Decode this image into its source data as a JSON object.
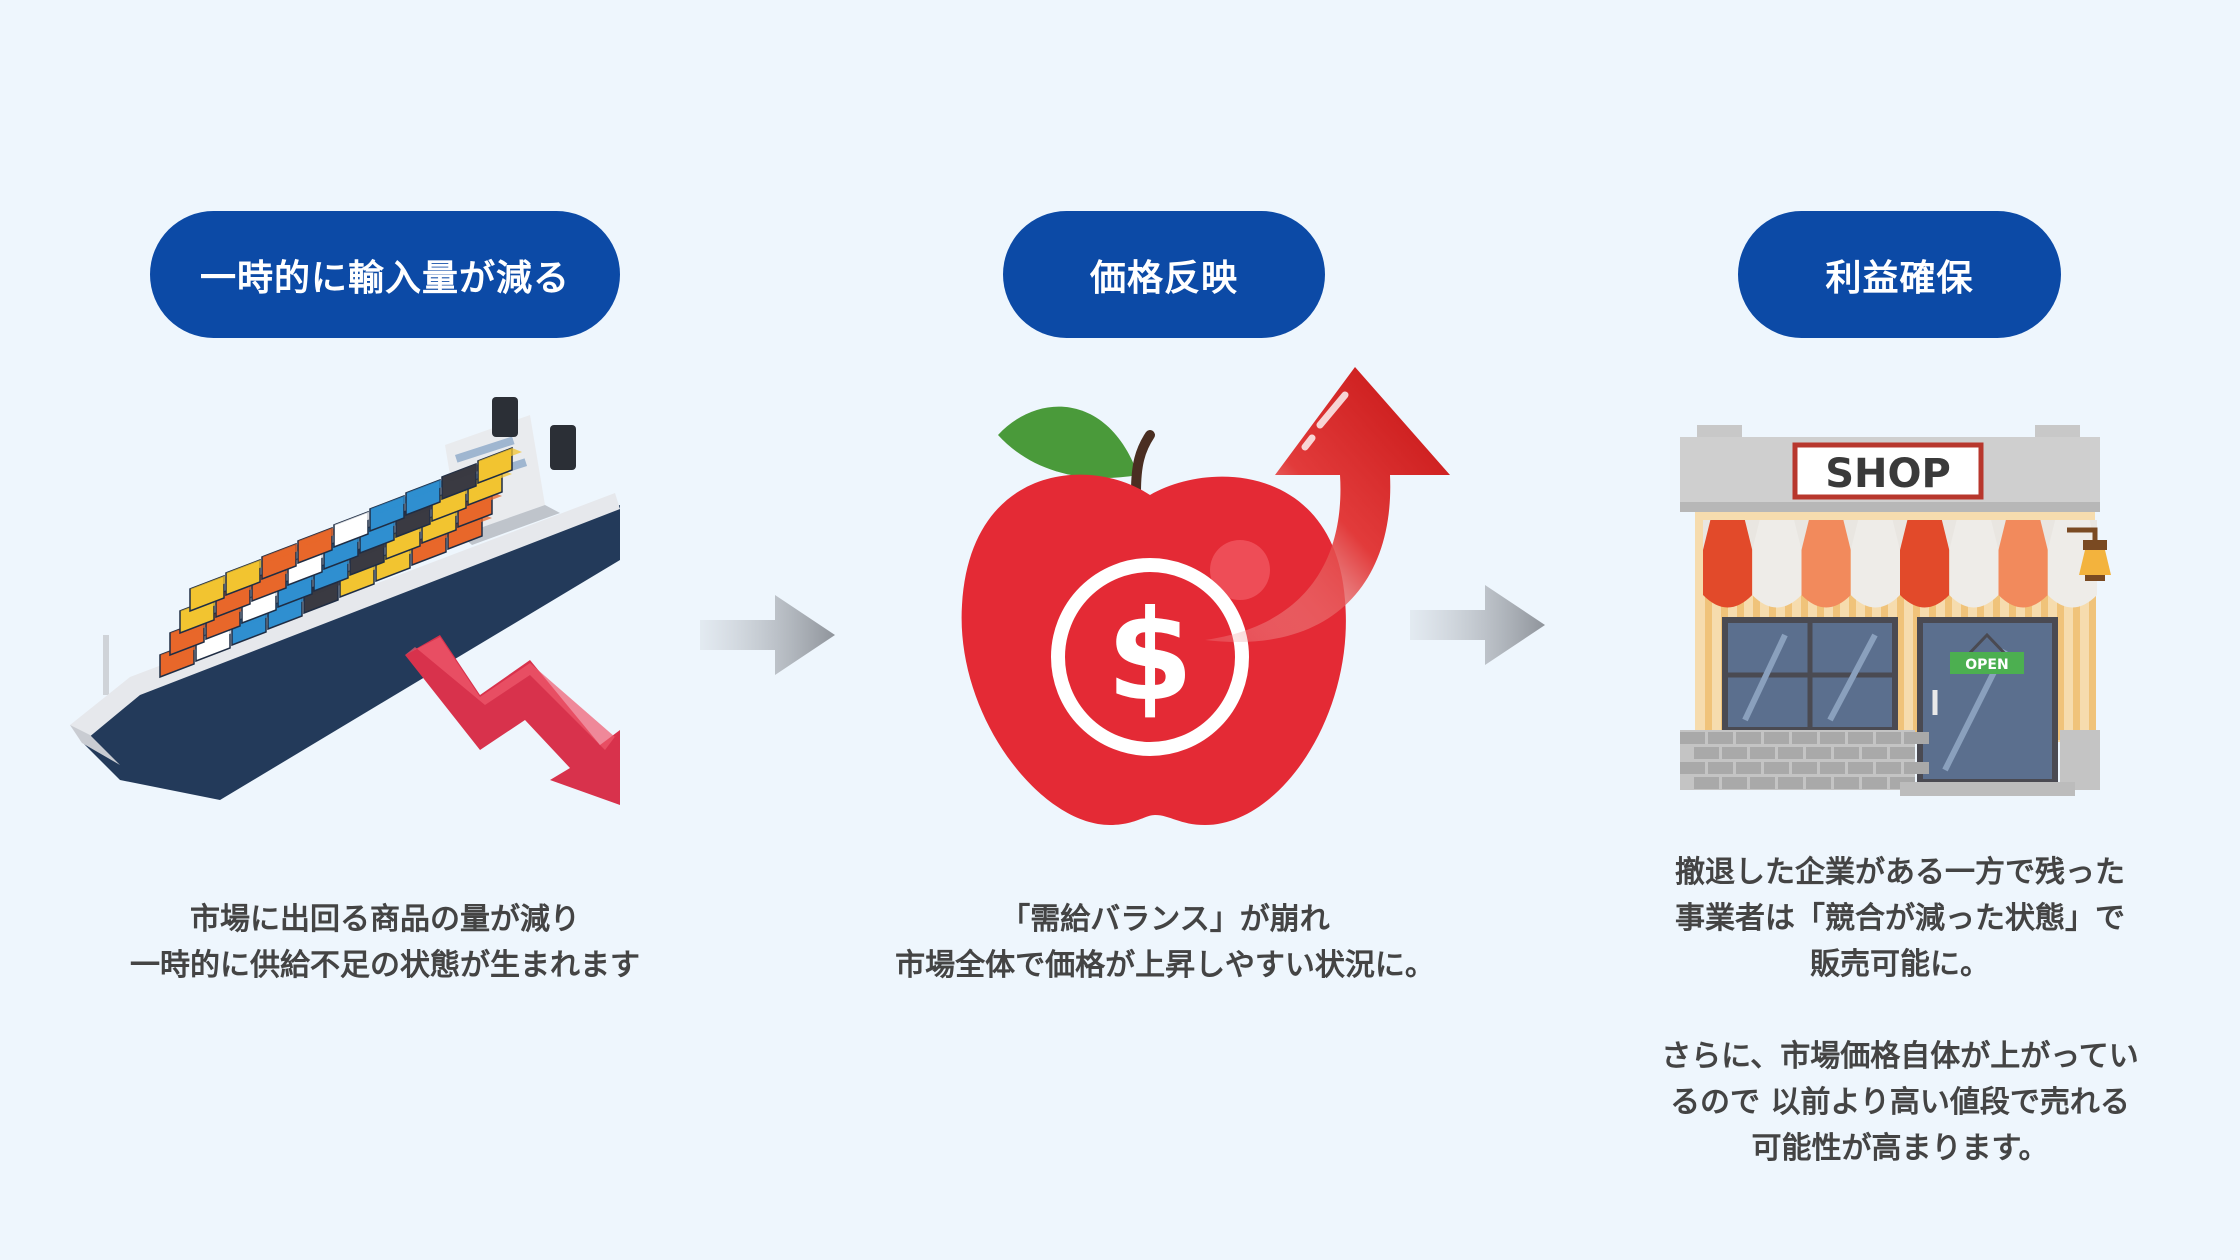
{
  "steps": [
    {
      "title": "一時的に輸入量が減る",
      "description": [
        "市場に出回る商品の量が減り",
        "一時的に供給不足の状態が生まれます"
      ]
    },
    {
      "title": "価格反映",
      "description": [
        "「需給バランス」が崩れ",
        "市場全体で価格が上昇しやすい状況に。"
      ]
    },
    {
      "title": "利益確保",
      "description": [
        "撤退した企業がある一方で残った",
        "事業者は「競合が減った状態」で",
        "販売可能に。",
        "さらに、市場価格自体が上がってい",
        "るので 以前より高い値段で売れる",
        "可能性が高まります。"
      ]
    }
  ],
  "shop": {
    "sign": "SHOP",
    "door_sign": "OPEN"
  },
  "icons": {
    "step1": "cargo-ship-icon",
    "step2": "apple-dollar-icon",
    "step3": "shop-storefront-icon",
    "connector": "arrow-right-icon"
  },
  "colors": {
    "background": "#eef6fd",
    "pill": "#0c4aa6",
    "text": "#444444",
    "accent_red": "#e42a35"
  }
}
